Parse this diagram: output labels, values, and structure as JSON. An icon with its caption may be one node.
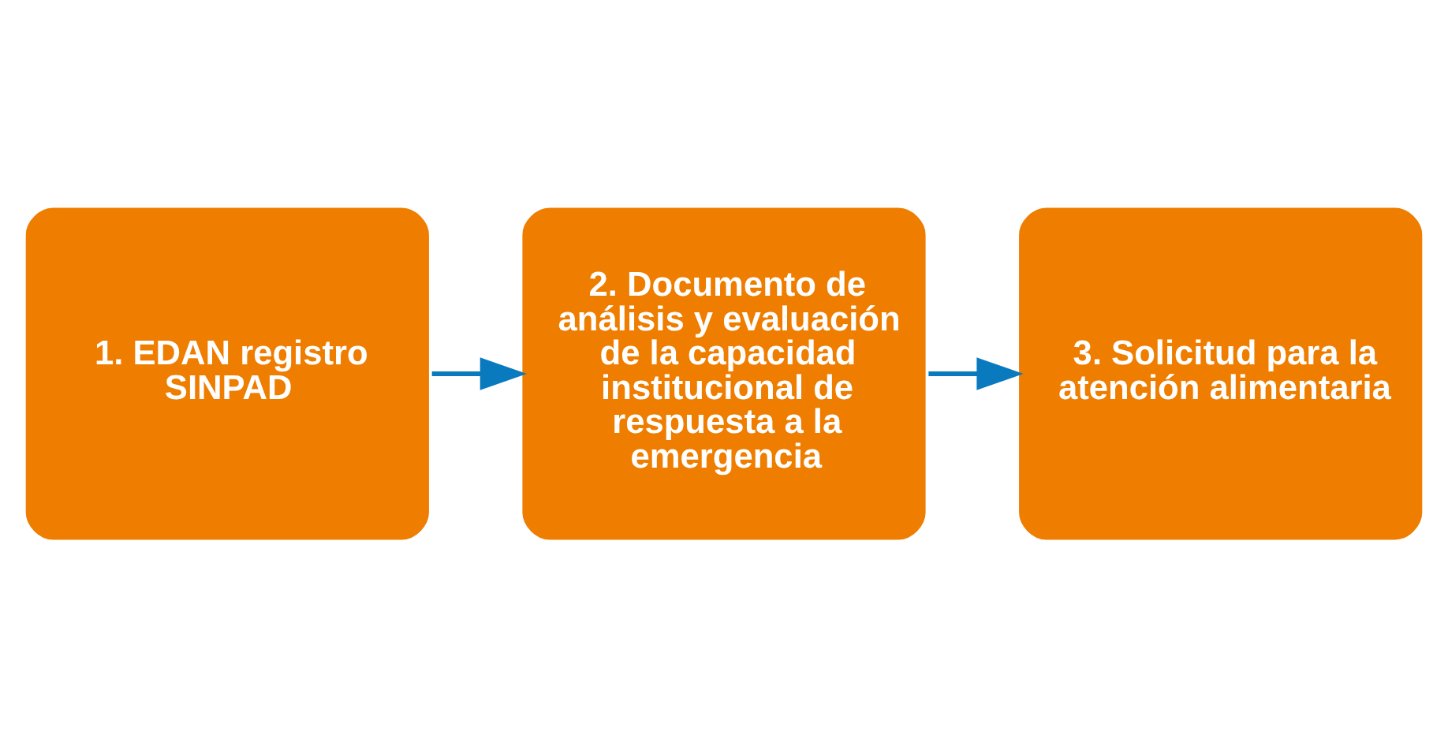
{
  "diagram": {
    "nodes": [
      {
        "text": [
          "1. EDAN registro SINPAD"
        ]
      },
      {
        "text": [
          "2. Documento de análisis y evaluación de la capacidad institucional de respuesta a la emergencia"
        ]
      },
      {
        "text": [
          "3. Solicitud para la atención alimentaria"
        ]
      }
    ],
    "edges": [
      {
        "from": 0,
        "to": 1,
        "arrow": "to"
      },
      {
        "from": 1,
        "to": 2,
        "arrow": "to"
      }
    ]
  }
}
